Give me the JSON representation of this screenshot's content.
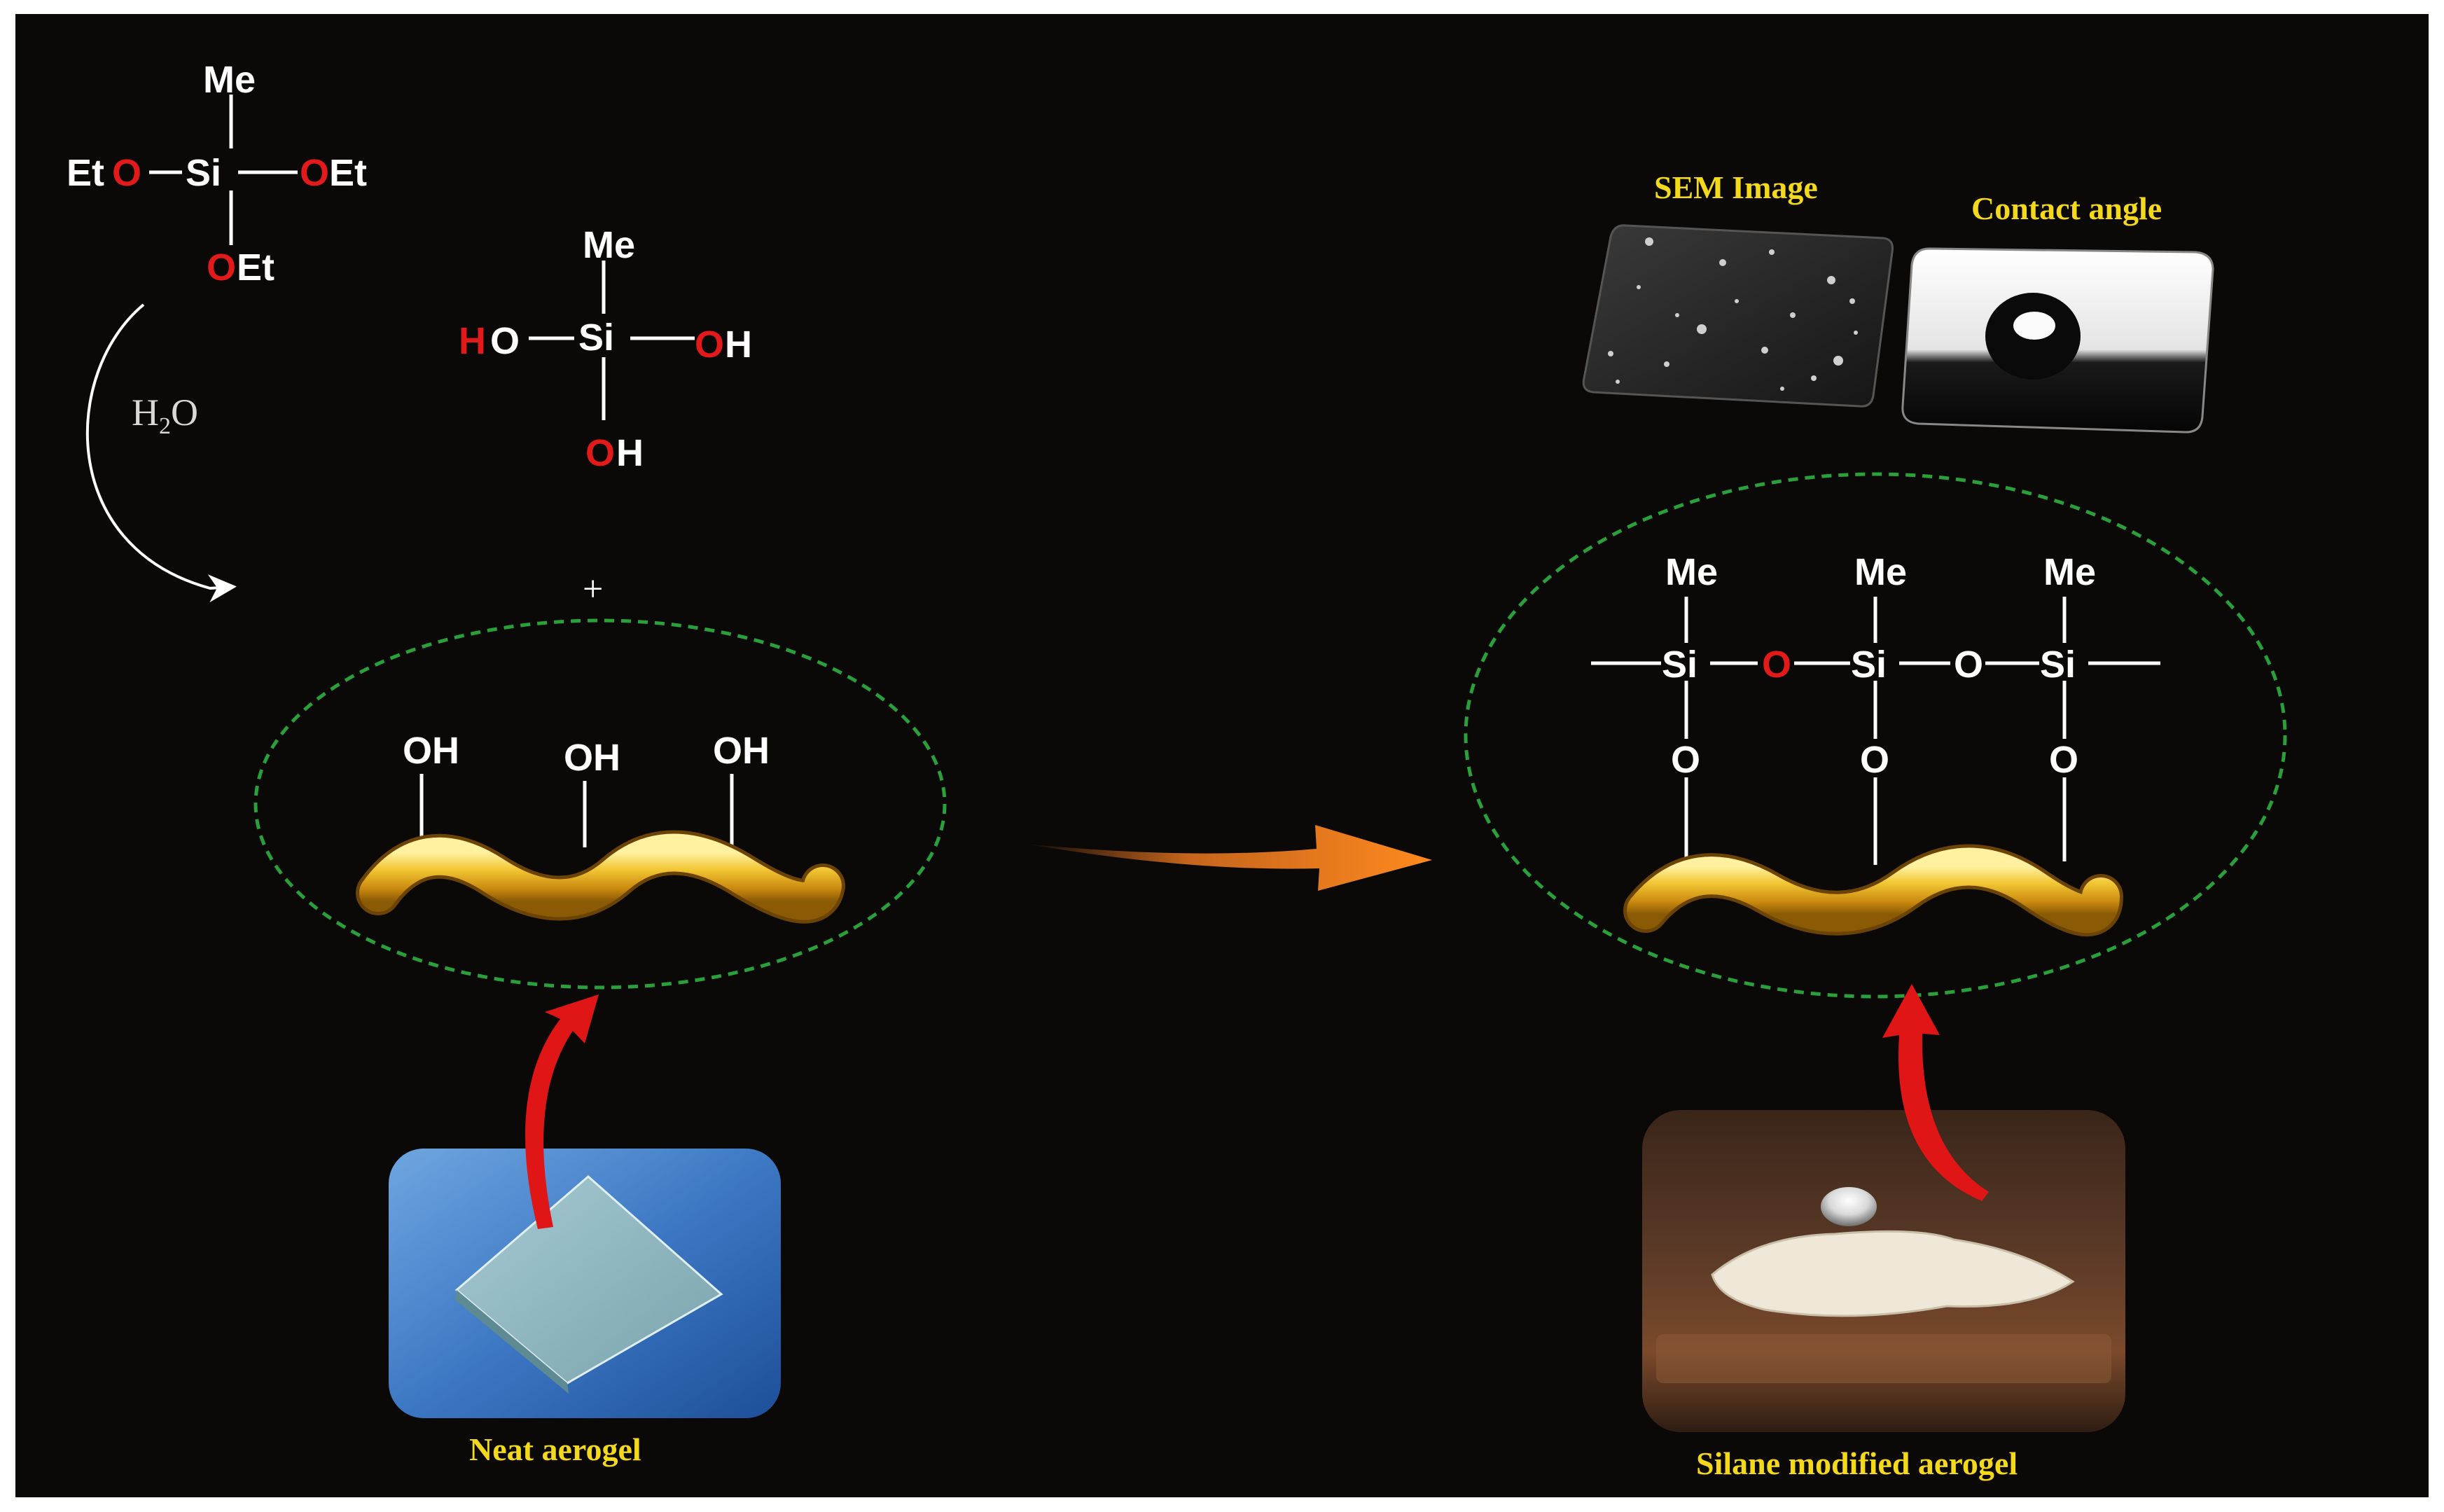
{
  "colors": {
    "background": "#0b0907",
    "chain_gold": "#e0a81c",
    "oxygen_red": "#e21a1a",
    "caption_yellow": "#f3d81b",
    "ellipse_green": "#2aa03a",
    "arrow_orange": "#f47c21",
    "bond_white": "#ffffff"
  },
  "precursor": {
    "me": "Me",
    "si": "Si",
    "eto_prefix": "Et",
    "o": "O",
    "et": "Et"
  },
  "hydrolysis": {
    "reagent_main": "H",
    "reagent_sub": "2",
    "reagent_tail": "O"
  },
  "silanol": {
    "me": "Me",
    "si": "Si",
    "h": "H",
    "o": "O"
  },
  "plus_sign": "+",
  "neat_surface": {
    "hydroxyls": [
      "OH",
      "OH",
      "OH"
    ]
  },
  "modified_surface": {
    "me_labels": [
      "Me",
      "Me",
      "Me"
    ],
    "si_labels": [
      "Si",
      "Si",
      "Si"
    ],
    "bridge_oxygens": [
      "O",
      "O"
    ],
    "anchor_oxygens": [
      "O",
      "O",
      "O"
    ]
  },
  "photos": {
    "neat_caption": "Neat aerogel",
    "modified_caption": "Silane modified aerogel",
    "sem_caption": "SEM Image",
    "contact_caption": "Contact angle"
  },
  "icons": {
    "reaction_arrow": "orange-arrow-icon",
    "hydrolysis_arrow": "curved-arrow-icon",
    "zoom_arrows": "red-curved-arrow-icon"
  }
}
